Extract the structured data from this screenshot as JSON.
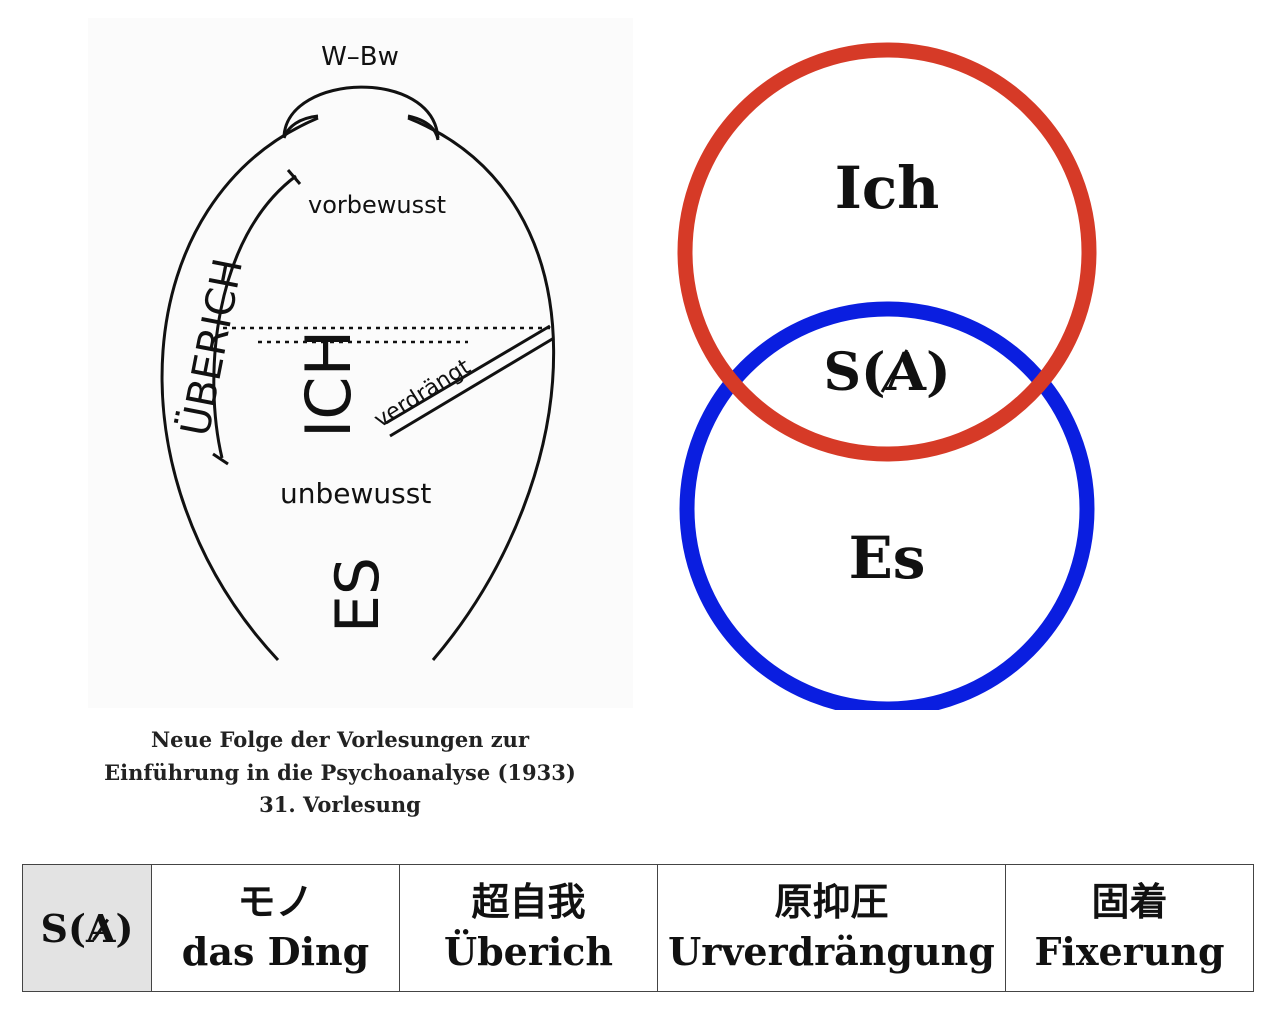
{
  "freud_diagram": {
    "top_label": "W–Bw",
    "ueberich": "ÜBERICH",
    "vorbewusst": "vorbewusst",
    "ich": "ICH",
    "verdraengt": "verdrängt",
    "unbewusst": "unbewusst",
    "es": "ES"
  },
  "caption": {
    "line1": "Neue Folge der Vorlesungen zur",
    "line2": "Einführung in die Psychoanalyse  (1933)",
    "line3": "31. Vorlesung"
  },
  "venn": {
    "top_label": "Ich",
    "middle_prefix": "S(",
    "middle_letter": "A",
    "middle_suffix": ")",
    "bottom_label": "Es",
    "top_color": "#d63a27",
    "bottom_color": "#0a1ee0"
  },
  "table": {
    "header_prefix": "S(",
    "header_letter": "A",
    "header_suffix": ")",
    "columns": [
      {
        "jp": "モノ",
        "de": "das Ding"
      },
      {
        "jp": "超自我",
        "de": "Überich"
      },
      {
        "jp": "原抑圧",
        "de": "Urverdrängung"
      },
      {
        "jp": "固着",
        "de": "Fixerung"
      }
    ]
  }
}
